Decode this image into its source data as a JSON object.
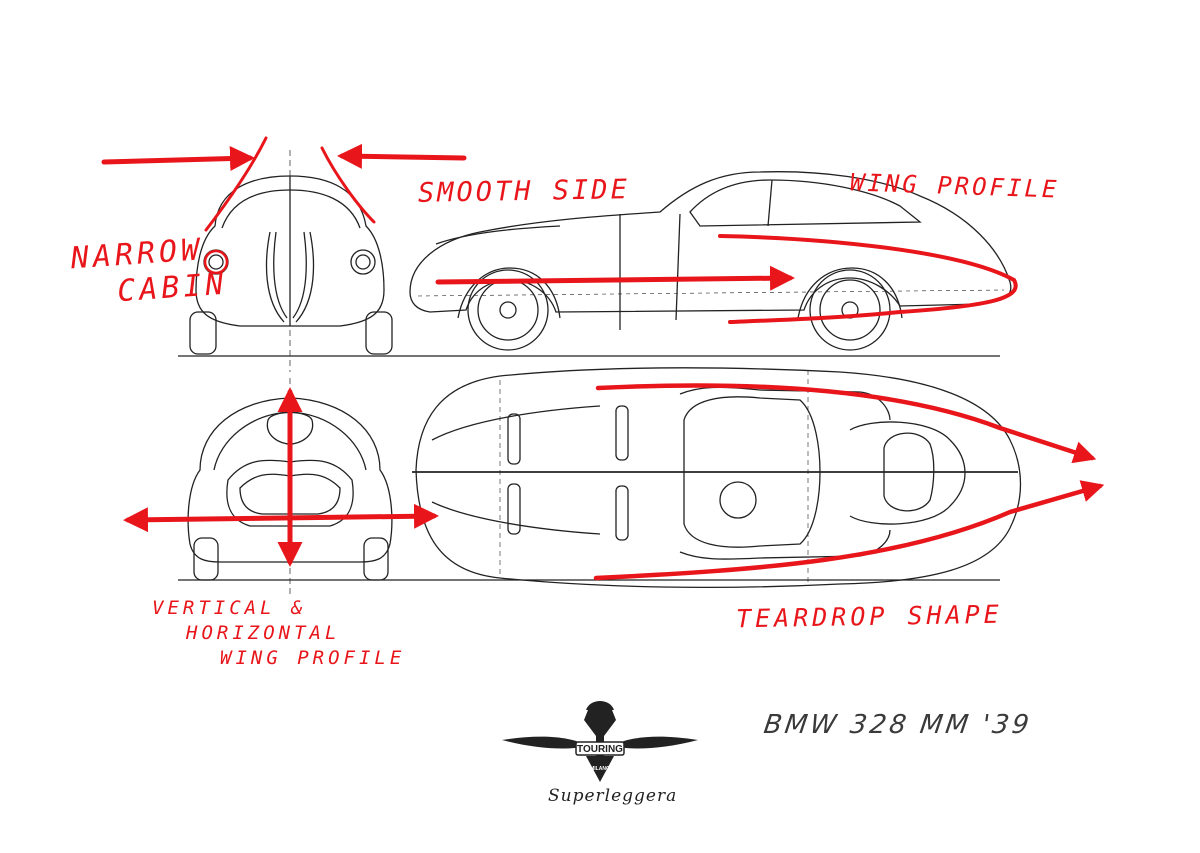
{
  "annotations": {
    "smooth_side": "SMOOTH SIDE",
    "wing_profile": "WING PROFILE",
    "narrow_cabin_line1": "NARROW",
    "narrow_cabin_line2": "CABIN",
    "vertical_line1": "VERTICAL &",
    "vertical_line2": "HORIZONTAL",
    "vertical_line3": "WING PROFILE",
    "teardrop_shape": "TEARDROP SHAPE"
  },
  "model_caption": "BMW 328 MM  '39",
  "logo": {
    "badge_text": "TOURING",
    "badge_sub": "MILANO",
    "wordmark": "Superleggera"
  },
  "colors": {
    "annotation_red": "#e8161b",
    "ink": "#222222",
    "paper": "#ffffff"
  }
}
